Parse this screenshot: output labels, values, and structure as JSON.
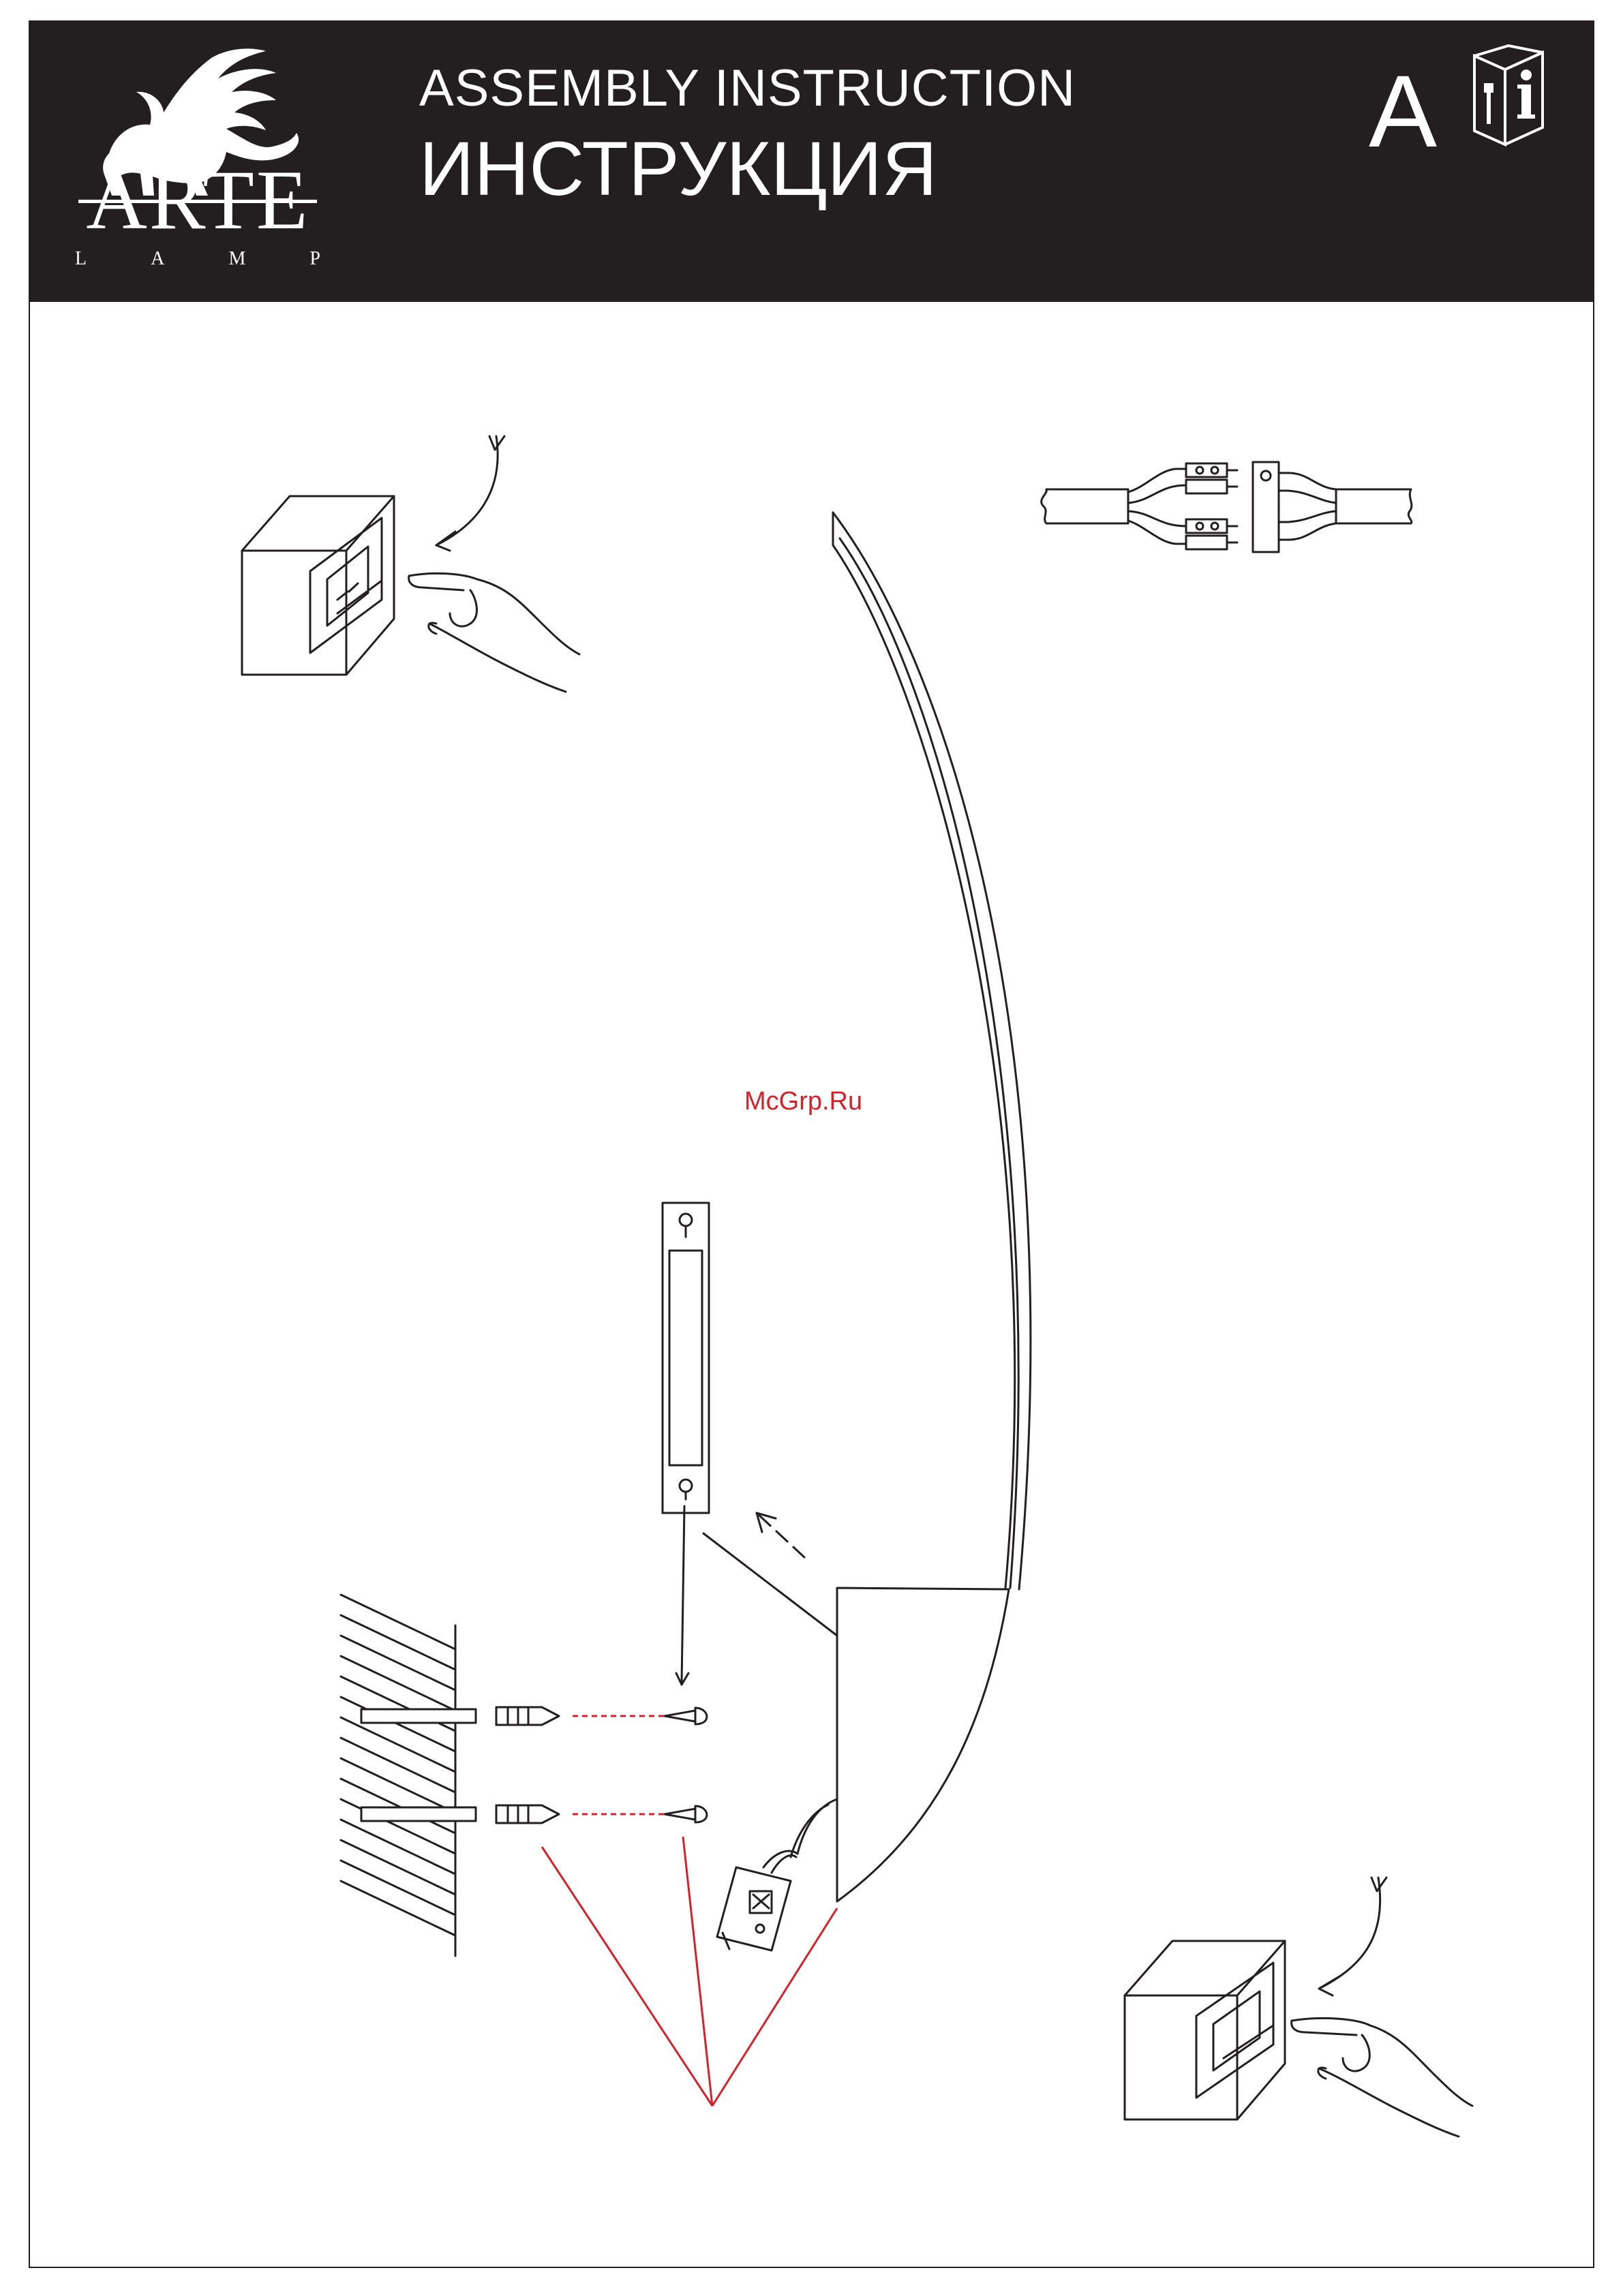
{
  "brand": {
    "name": "ARTE",
    "subtitle": [
      "L",
      "A",
      "M",
      "P"
    ]
  },
  "header": {
    "title_en": "ASSEMBLY  INSTRUCTION",
    "title_ru": "ИНСТРУКЦИЯ",
    "variant": "A"
  },
  "watermark": "McGrp.Ru",
  "footer": "",
  "colors": {
    "header_bg": "#231f20",
    "line": "#231f20",
    "accent": "#d2232a"
  },
  "icons": [
    "griffin-logo-icon",
    "info-manual-icon",
    "switch-off-icon",
    "wire-connector-icon",
    "screwdriver-icon"
  ]
}
